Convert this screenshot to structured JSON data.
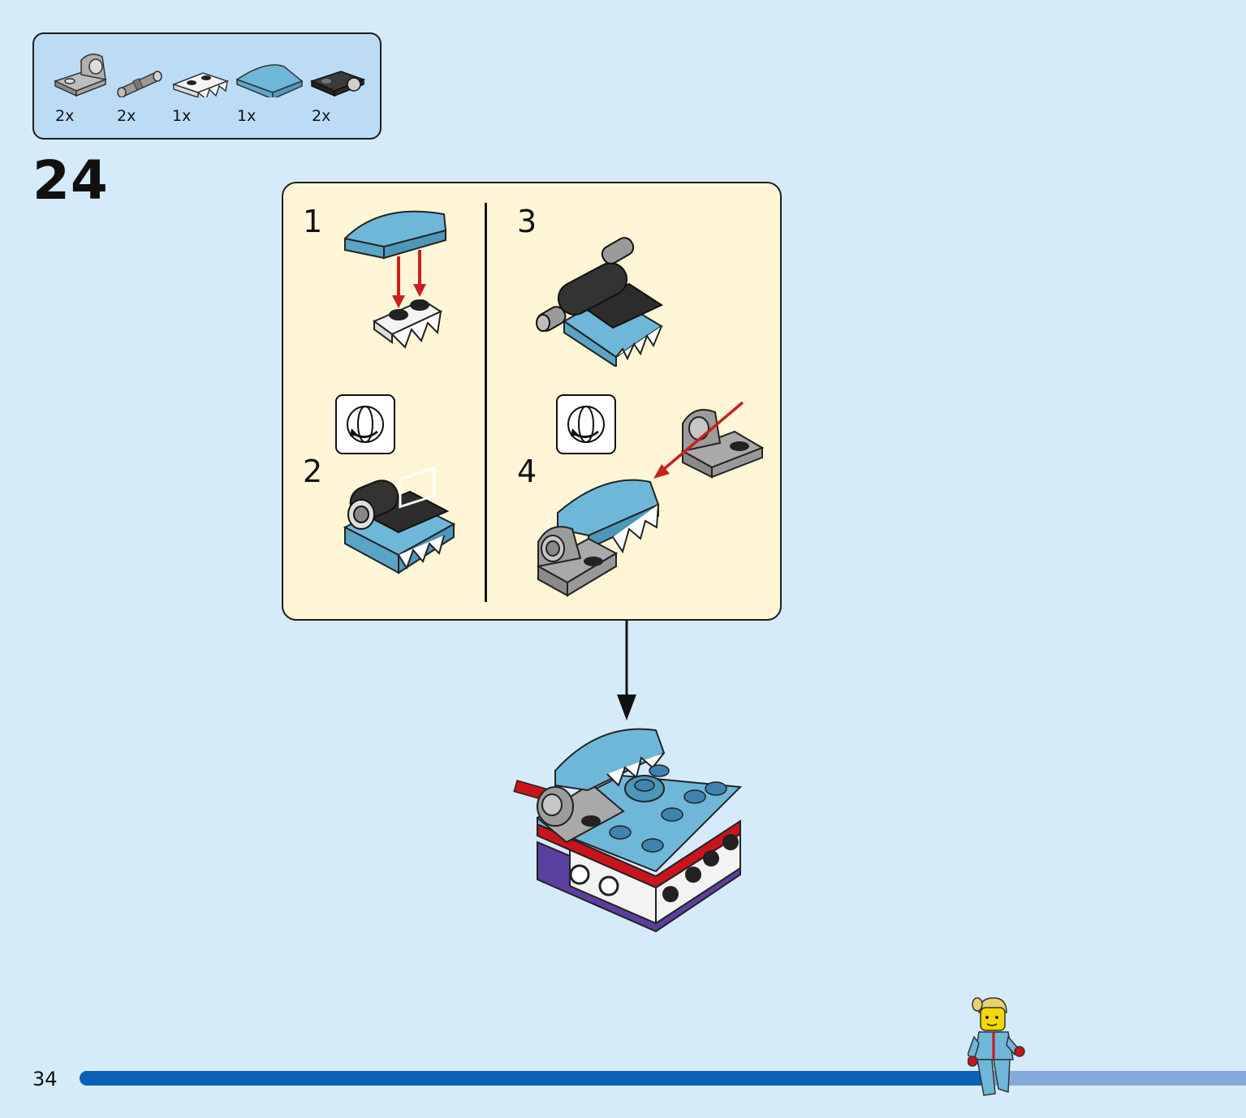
{
  "parts_list": [
    {
      "qty": "2x",
      "icon": "gray-plate-with-pin-hole-icon",
      "color": "#a0a0a0"
    },
    {
      "qty": "2x",
      "icon": "gray-technic-pin-icon",
      "color": "#8d8d8d"
    },
    {
      "qty": "1x",
      "icon": "white-plate-with-teeth-icon",
      "color": "#ffffff"
    },
    {
      "qty": "1x",
      "icon": "blue-curved-slope-icon",
      "color": "#6fb7d8"
    },
    {
      "qty": "2x",
      "icon": "black-plate-with-pin-hole-icon",
      "color": "#333333"
    }
  ],
  "step": {
    "number": "24",
    "substeps": [
      {
        "number": "1"
      },
      {
        "number": "2"
      },
      {
        "number": "3"
      },
      {
        "number": "4"
      }
    ]
  },
  "footer": {
    "page_number": "34",
    "progress_fraction": 0.78
  },
  "colors": {
    "background": "#d6ebfa",
    "callout": "#fef6d7",
    "progress_fill": "#0a61b4",
    "progress_track": "#86a9dc",
    "arrow_red": "#cc1f1f",
    "medium_azure": "#6fb7d8"
  }
}
